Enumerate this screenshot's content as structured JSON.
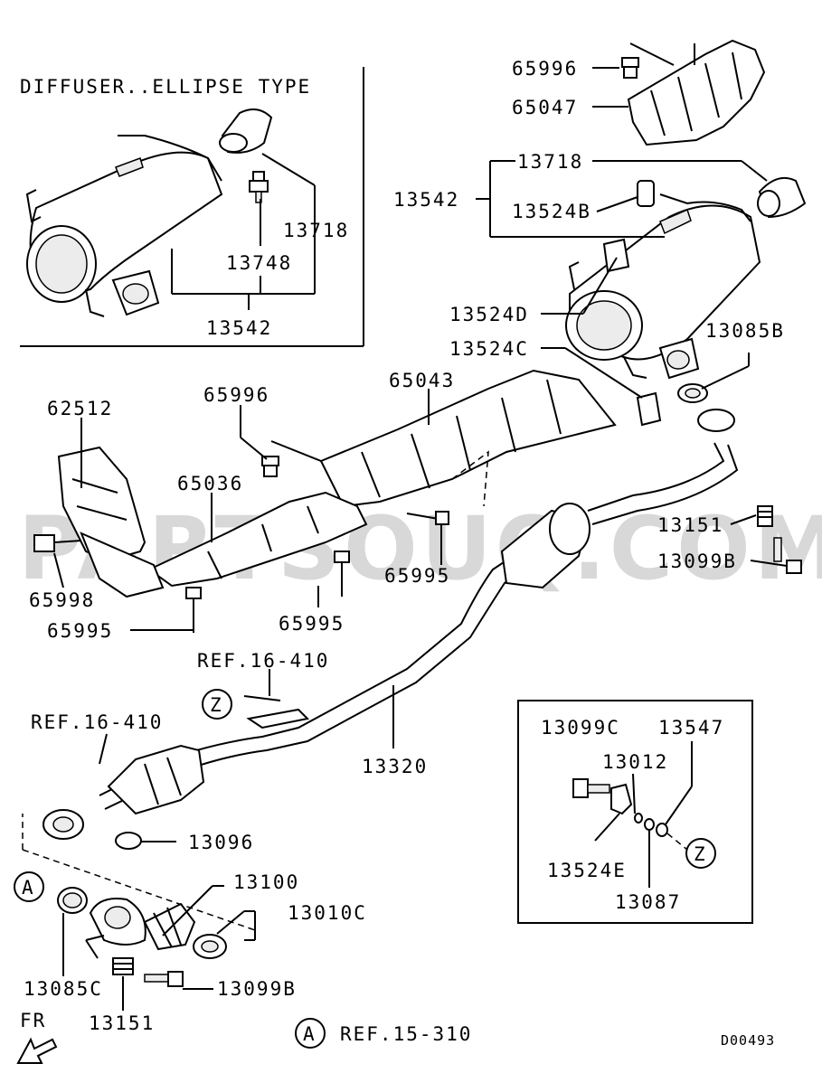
{
  "watermark": "PARTSOUQ.COM",
  "inset_title": "DIFFUSER..ELLIPSE TYPE",
  "diagram_code": "D00493",
  "direction_label": "FR",
  "callouts": {
    "a": "A",
    "z": "Z"
  },
  "references": {
    "ref_16_410_top": "REF.16-410",
    "ref_16_410_left": "REF.16-410",
    "ref_15_310": "REF.15-310"
  },
  "parts": {
    "p65996_top": "65996",
    "p65047": "65047",
    "p13718_right": "13718",
    "p13542_right": "13542",
    "p13524B": "13524B",
    "p13524D": "13524D",
    "p13524C": "13524C",
    "p13085B": "13085B",
    "p65043": "65043",
    "p65996_mid": "65996",
    "p62512": "62512",
    "p65036": "65036",
    "p65998": "65998",
    "p65995_left": "65995",
    "p65995_mid": "65995",
    "p65995_right": "65995",
    "p13151_right": "13151",
    "p13099B_right": "13099B",
    "p13320": "13320",
    "p13096": "13096",
    "p13100": "13100",
    "p13010C": "13010C",
    "p13085C": "13085C",
    "p13151_bottom": "13151",
    "p13099B_bottom": "13099B",
    "p13718_inset": "13718",
    "p13748": "13748",
    "p13542_inset": "13542",
    "p13099C": "13099C",
    "p13012": "13012",
    "p13547": "13547",
    "p13524E": "13524E",
    "p13087": "13087"
  }
}
